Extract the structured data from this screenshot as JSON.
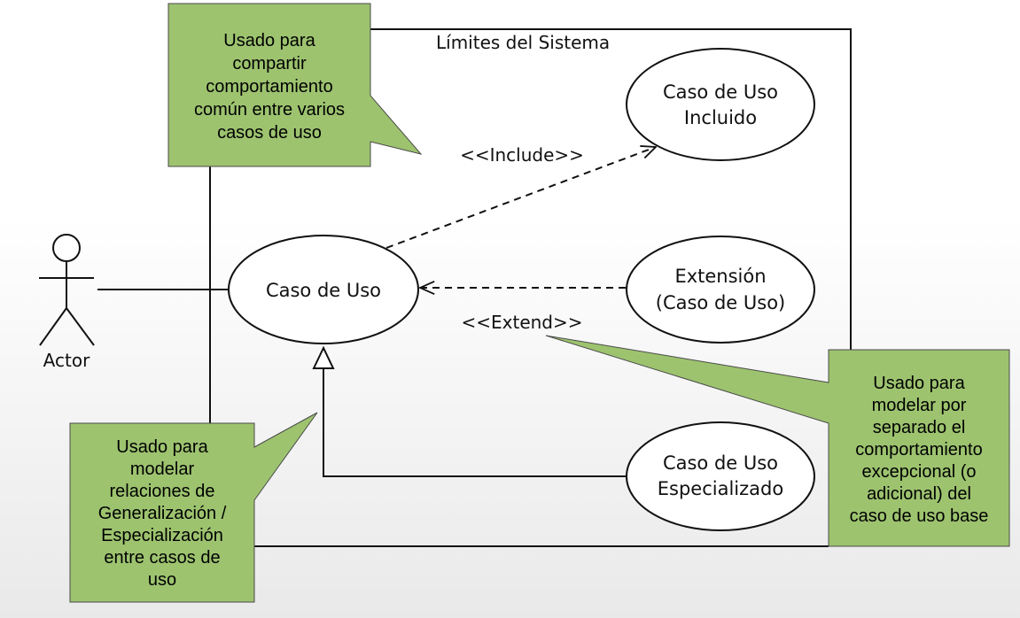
{
  "system_boundary": {
    "label": "Límites del Sistema"
  },
  "actor": {
    "label": "Actor"
  },
  "use_cases": {
    "base": [
      "Caso de Uso"
    ],
    "included": [
      "Caso de Uso",
      "Incluido"
    ],
    "extension": [
      "Extensión",
      "(Caso de Uso)"
    ],
    "specialized": [
      "Caso de Uso",
      "Especializado"
    ]
  },
  "relations": {
    "include": "<<Include>>",
    "extend": "<<Extend>>"
  },
  "notes": {
    "include": [
      "Usado para",
      "compartir",
      "comportamiento",
      "común entre varios",
      "casos de uso"
    ],
    "generalization": [
      "Usado para",
      "modelar",
      "relaciones de",
      "Generalización /",
      "Especialización",
      "entre casos de",
      "uso"
    ],
    "extend": [
      "Usado para",
      "modelar por",
      "separado el",
      "comportamiento",
      "excepcional (o",
      "adicional) del",
      "caso de uso base"
    ]
  },
  "colors": {
    "note_fill": "#9dc36f",
    "note_stroke": "#4a4a4a",
    "line": "#111111"
  }
}
